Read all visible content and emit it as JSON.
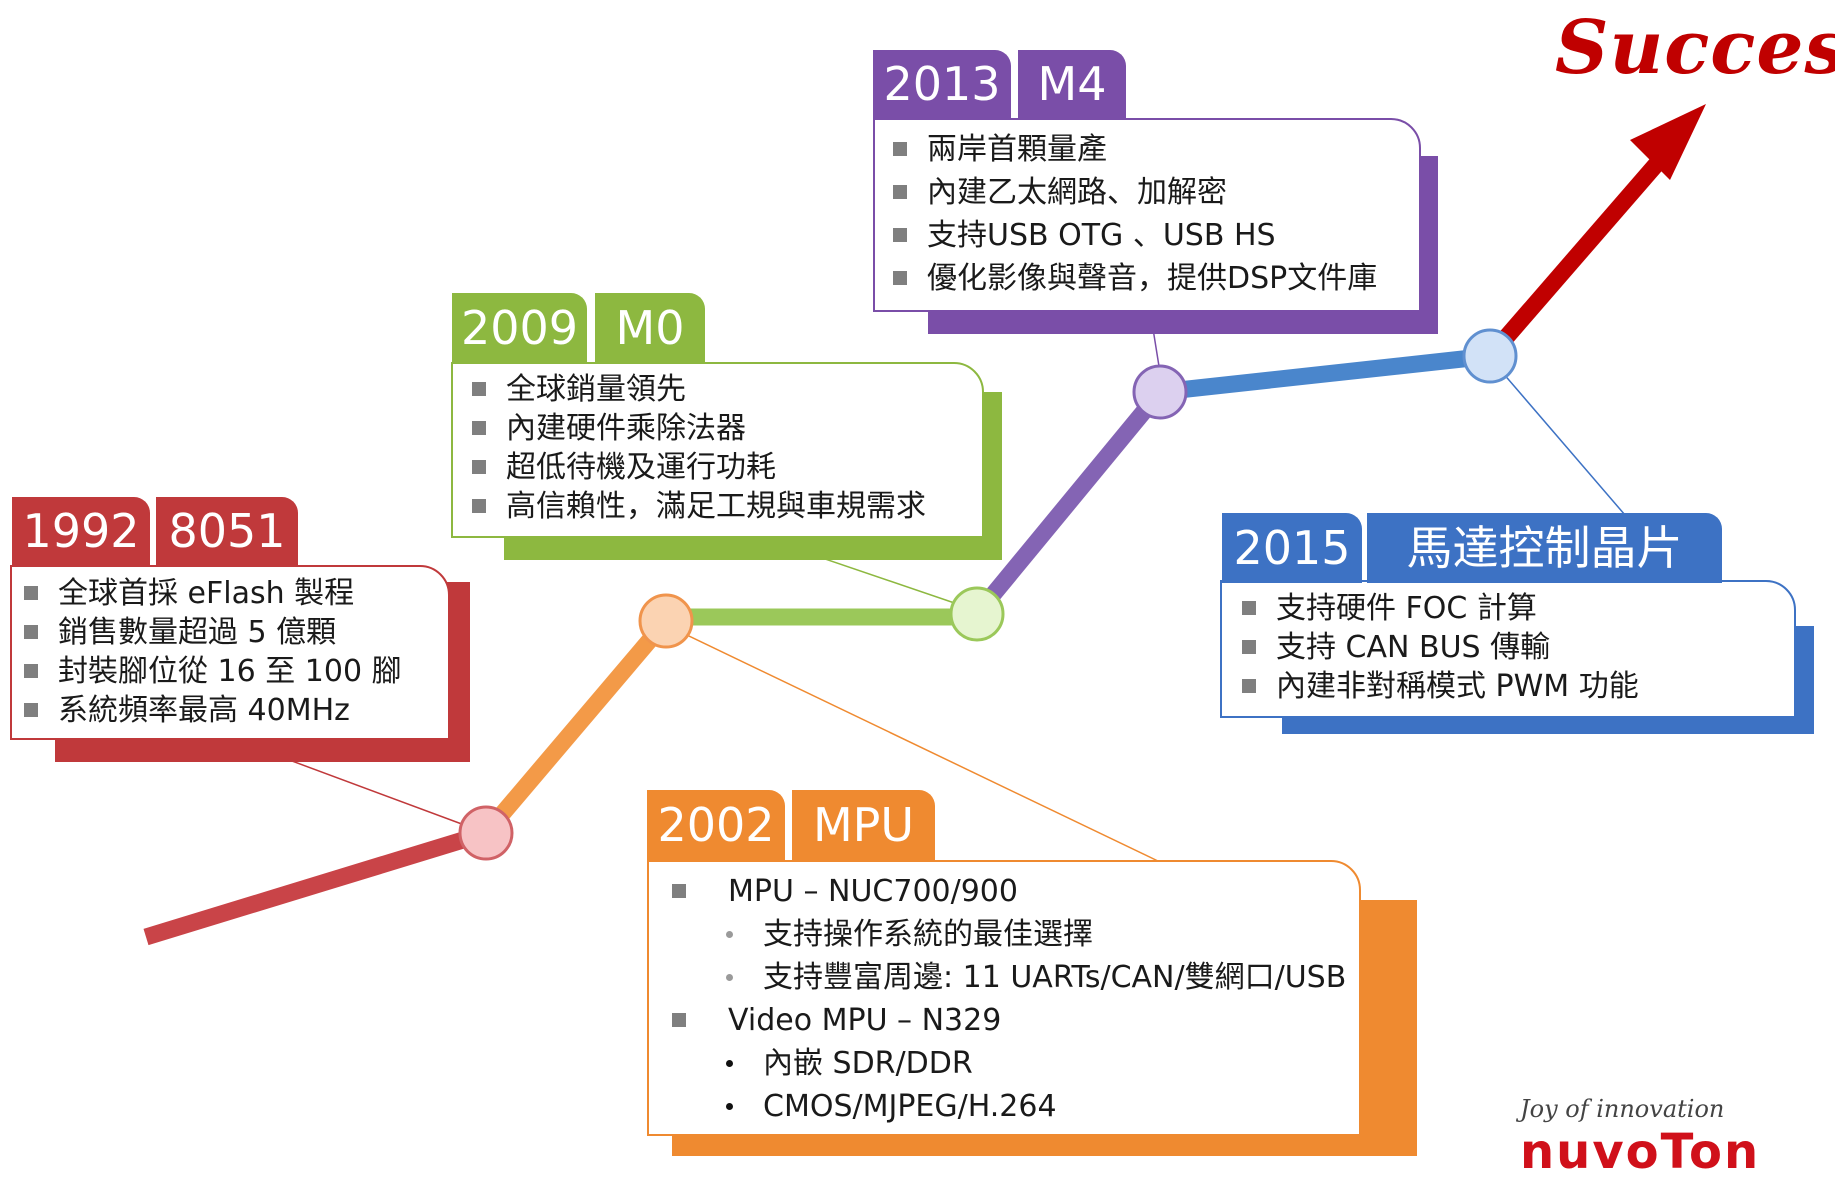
{
  "success_text": "Success",
  "tagline": "Joy of innovation",
  "logo_text": "nuvoTon",
  "milestones": [
    {
      "year": "1992",
      "code": "8051",
      "color": "#c0393b",
      "items": [
        "全球首採 eFlash 製程",
        "銷售數量超過 5 億顆",
        "封裝腳位從 16 至 100 腳",
        "系統頻率最高 40MHz"
      ]
    },
    {
      "year": "2002",
      "code": "MPU",
      "color": "#ef8a30",
      "items": [
        {
          "level": 1,
          "text": "MPU – NUC700/900"
        },
        {
          "level": 2,
          "text": "支持操作系統的最佳選擇"
        },
        {
          "level": 2,
          "text": "支持豐富周邊: 11 UARTs/CAN/雙網口/USB"
        },
        {
          "level": 1,
          "text": "Video MPU – N329"
        },
        {
          "level": 2,
          "text": "內嵌 SDR/DDR"
        },
        {
          "level": 2,
          "text": "CMOS/MJPEG/H.264"
        }
      ]
    },
    {
      "year": "2009",
      "code": "M0",
      "color": "#8db840",
      "items": [
        "全球銷量領先",
        "內建硬件乘除法器",
        "超低待機及運行功耗",
        "高信賴性，滿足工規與車規需求"
      ]
    },
    {
      "year": "2013",
      "code": "M4",
      "color": "#7a4ea8",
      "items": [
        "兩岸首顆量產",
        "內建乙太網路、加解密",
        "支持USB OTG 、USB HS",
        "優化影像與聲音，提供DSP文件庫"
      ]
    },
    {
      "year": "2015",
      "code": "馬達控制晶片",
      "color": "#3d72c4",
      "items": [
        "支持硬件 FOC 計算",
        "支持 CAN BUS 傳輸",
        "內建非對稱模式 PWM 功能"
      ]
    }
  ],
  "colors": {
    "red": "#c0393b",
    "orange": "#f09a4a",
    "green": "#9bc85a",
    "purple": "#8464b4",
    "blue": "#4a86cc",
    "arrow": "#c00000"
  }
}
